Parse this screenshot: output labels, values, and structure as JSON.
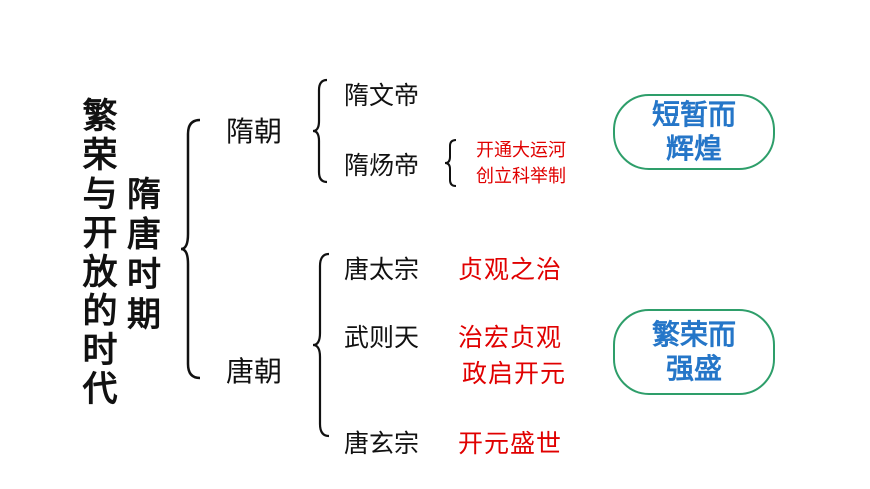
{
  "title": {
    "main": "繁荣与开放的时代",
    "sub": "隋唐时期"
  },
  "sui": {
    "label": "隋朝",
    "emperors": [
      {
        "name": "隋文帝"
      },
      {
        "name": "隋炀帝",
        "achievements": [
          "开通大运河",
          "创立科举制"
        ]
      }
    ],
    "badge": {
      "line1": "短暂而",
      "line2": "辉煌"
    }
  },
  "tang": {
    "label": "唐朝",
    "emperors": [
      {
        "name": "唐太宗",
        "achievements": [
          "贞观之治"
        ]
      },
      {
        "name": "武则天",
        "achievements": [
          "治宏贞观",
          "政启开元"
        ]
      },
      {
        "name": "唐玄宗",
        "achievements": [
          "开元盛世"
        ]
      }
    ],
    "badge": {
      "line1": "繁荣而",
      "line2": "强盛"
    }
  },
  "colors": {
    "text": "#111111",
    "highlight": "#e00000",
    "badge_border": "#2e9e6a",
    "badge_text": "#2576c8"
  }
}
